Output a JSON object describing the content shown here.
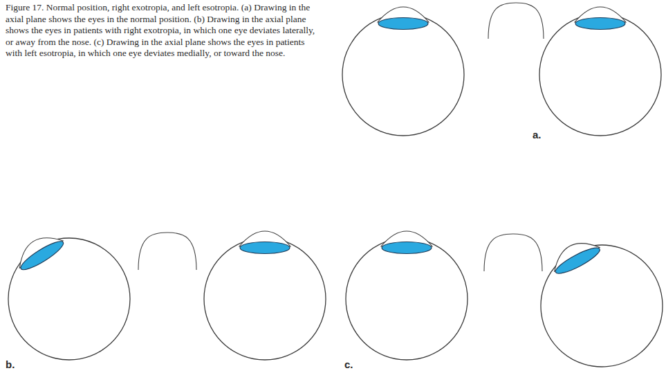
{
  "diagram": {
    "caption": "Figure 17. Normal position, right exotropia, and left esotropia. (a) Drawing in the axial plane shows the eyes in the normal position. (b) Drawing in the axial plane shows the eyes in patients with right exotropia, in which one eye deviates laterally, or away from the nose. (c) Drawing in the axial plane shows the eyes in patients with left esotropia, in which one eye deviates medially, or toward the nose.",
    "labels": [
      "a.",
      "b.",
      "c."
    ]
  }
}
